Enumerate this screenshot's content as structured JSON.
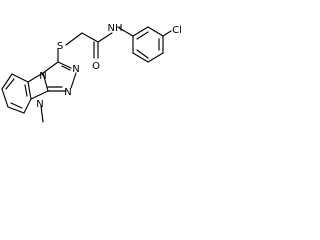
{
  "molecule": {
    "atoms": {
      "nh": "NH",
      "o": "O",
      "cl": "Cl",
      "s": "S",
      "n1": "N",
      "n2": "N",
      "n3": "N",
      "n4": "N"
    }
  }
}
